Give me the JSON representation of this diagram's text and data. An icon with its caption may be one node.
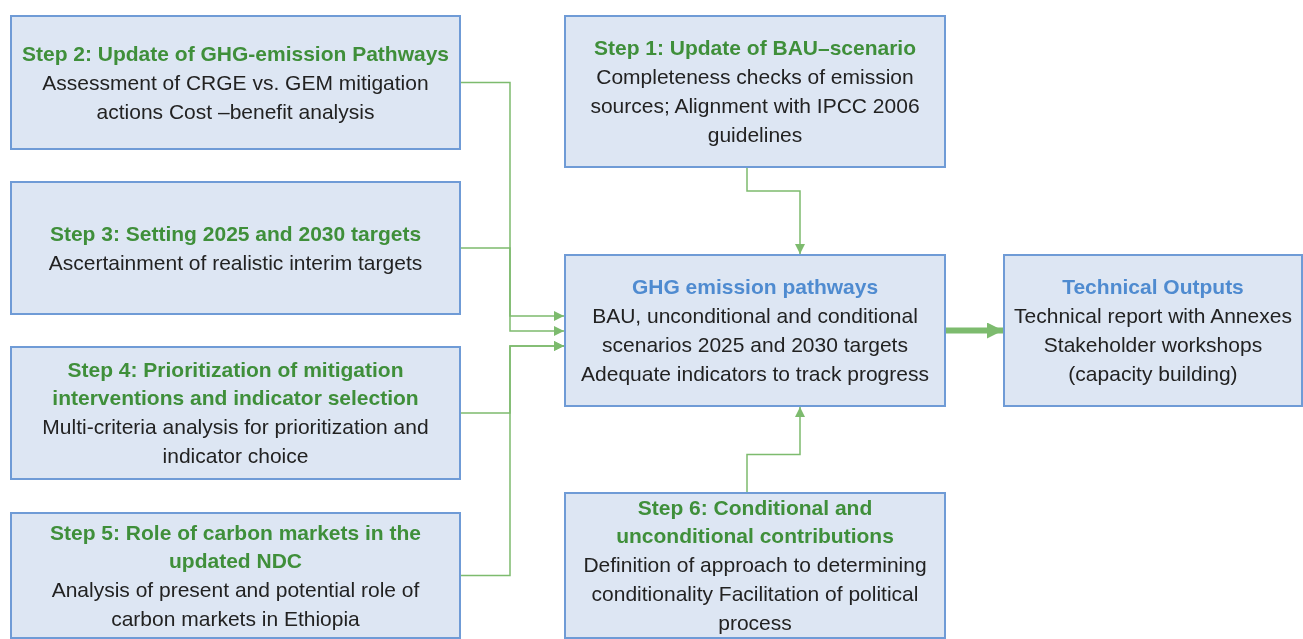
{
  "diagram": {
    "nodes": [
      {
        "text": [
          "Step 2: Update of GHG-emission Pathways",
          "Assessment of CRGE vs. GEM mitigation actions Cost –benefit analysis"
        ]
      },
      {
        "text": [
          "Step 3: Setting 2025 and 2030 targets",
          "Ascertainment of realistic interim targets"
        ]
      },
      {
        "text": [
          "Step 4: Prioritization of mitigation interventions and indicator selection",
          "Multi-criteria analysis for prioritization and indicator choice"
        ]
      },
      {
        "text": [
          "Step 5: Role of carbon markets in the updated NDC",
          "Analysis of present and potential role of carbon markets in Ethiopia"
        ]
      },
      {
        "text": [
          "Step 1: Update of BAU–scenario",
          "Completeness checks of emission sources; Alignment with IPCC 2006 guidelines"
        ]
      },
      {
        "text": [
          "GHG emission pathways",
          "BAU, unconditional and conditional scenarios 2025 and 2030 targets Adequate indicators to track progress"
        ]
      },
      {
        "text": [
          "Step 6: Conditional and unconditional contributions",
          "Definition of approach to determining conditionality Facilitation of political process"
        ]
      },
      {
        "text": [
          "Technical Outputs",
          "Technical report with Annexes Stakeholder workshops (capacity building)"
        ]
      }
    ],
    "edges": [
      {
        "from": 0,
        "to": 5,
        "arrow": "to"
      },
      {
        "from": 1,
        "to": 5,
        "arrow": "to"
      },
      {
        "from": 2,
        "to": 5,
        "arrow": "to"
      },
      {
        "from": 3,
        "to": 5,
        "arrow": "to"
      },
      {
        "from": 4,
        "to": 5,
        "arrow": "to"
      },
      {
        "from": 6,
        "to": 5,
        "arrow": "to"
      },
      {
        "from": 5,
        "to": 7,
        "arrow": "to",
        "style": "thick"
      }
    ]
  }
}
